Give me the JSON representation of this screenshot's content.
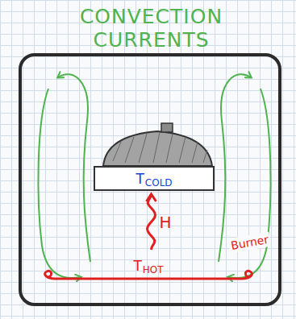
{
  "diagram": {
    "title": "CONVECTION CURRENTS",
    "nodes": [
      {
        "text": [
          "T",
          "COLD"
        ]
      },
      {
        "text": [
          "T",
          "HOT"
        ]
      }
    ],
    "edges": [
      {
        "from": 1,
        "to": 0,
        "label": "H",
        "arrow": "to"
      }
    ],
    "labels": [
      "Burner"
    ]
  }
}
